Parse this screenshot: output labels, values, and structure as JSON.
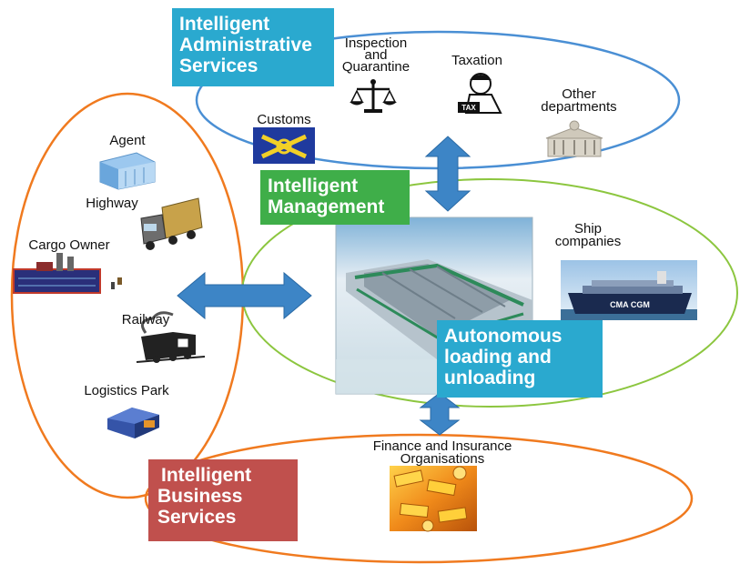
{
  "colors": {
    "admin_box": "#2aa9cf",
    "mgmt_box": "#3fae49",
    "auto_box": "#2aa9cf",
    "business_box": "#c0504d",
    "arrow": "#3d85c6",
    "admin_ellipse": "#4a8fd4",
    "left_ellipse": "#f07a1f",
    "mgmt_ellipse": "#8cc63f",
    "finance_ellipse": "#f07a1f"
  },
  "boxes": {
    "admin": [
      "Intelligent",
      "Administrative",
      "Services"
    ],
    "management": [
      "Intelligent",
      "Management"
    ],
    "autonomous": [
      "Autonomous",
      "loading and",
      "unloading"
    ],
    "business": [
      "Intelligent",
      "Business",
      "Services"
    ]
  },
  "labels": {
    "inspection": [
      "Inspection",
      "and",
      "Quarantine"
    ],
    "taxation": "Taxation",
    "tax_sign": "TAX",
    "other": [
      "Other",
      "departments"
    ],
    "customs": "Customs",
    "agent": "Agent",
    "highway": "Highway",
    "cargo_owner": "Cargo Owner",
    "railway": "Railway",
    "logistics_park": "Logistics Park",
    "ship": [
      "Ship",
      "companies"
    ],
    "ship_hull": "CMA CGM",
    "finance": [
      "Finance and Insurance",
      "Organisations"
    ]
  },
  "icons": [
    "scales-icon",
    "tax-officer-icon",
    "government-building-icon",
    "customs-emblem-icon",
    "office-building-icon",
    "truck-icon",
    "factory-icon",
    "train-icon",
    "warehouse-icon",
    "container-ship-icon",
    "gold-money-icon",
    "port-terminal-image"
  ]
}
